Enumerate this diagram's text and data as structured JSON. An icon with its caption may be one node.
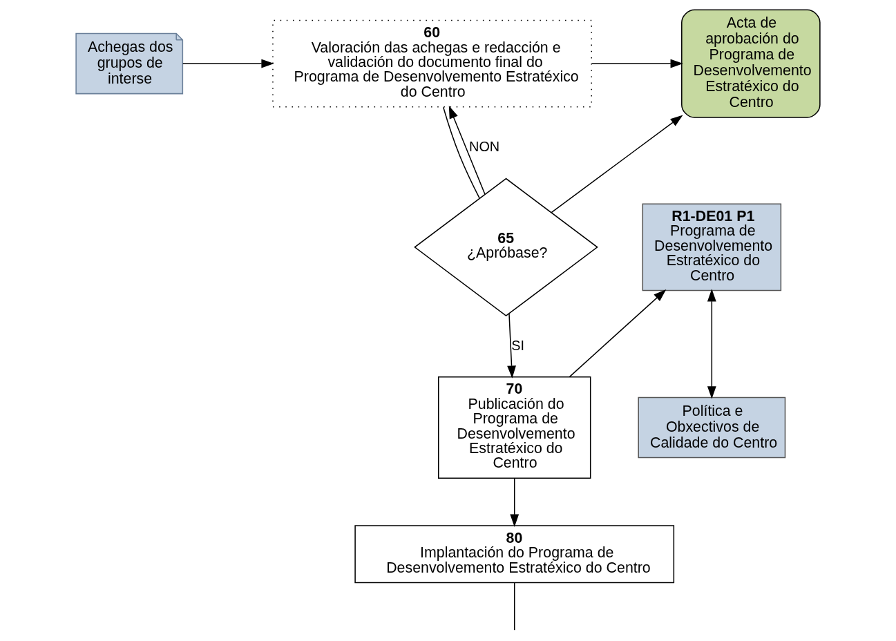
{
  "diagram": {
    "nodes": [
      {
        "text": [
          "Achegas dos grupos de interse"
        ]
      },
      {
        "text": [
          "60",
          "Valoración das achegas e redacción e validación do documento final do Programa de Desenvolvemento Estratéxico do Centro"
        ]
      },
      {
        "text": [
          "Acta de aprobación do Programa de Desenvolvemento Estratéxico do Centro"
        ]
      },
      {
        "text": [
          "65",
          "¿Apróbase?"
        ]
      },
      {
        "text": [
          "R1-DE01 P1",
          "Programa de Desenvolvemento Estratéxico do Centro"
        ]
      },
      {
        "text": [
          "70",
          "Publicación do Programa de Desenvolvemento Estratéxico do Centro"
        ]
      },
      {
        "text": [
          "Política e Obxectivos de Calidade do Centro"
        ]
      },
      {
        "text": [
          "80",
          "Implantación do Programa de Desenvolvemento Estratéxico do Centro"
        ]
      }
    ],
    "edges": [
      {
        "from": 0,
        "to": 1,
        "arrow": "to"
      },
      {
        "from": 1,
        "to": 2,
        "arrow": "to"
      },
      {
        "from": 1,
        "to": 3,
        "arrow": "none"
      },
      {
        "from": 3,
        "to": 2,
        "arrow": "to"
      },
      {
        "from": 3,
        "to": 1,
        "arrow": "to",
        "label": "NON"
      },
      {
        "from": 3,
        "to": 5,
        "arrow": "to",
        "label": "SI"
      },
      {
        "from": 5,
        "to": 4,
        "arrow": "to"
      },
      {
        "from": 4,
        "to": 6,
        "arrow": "both"
      },
      {
        "from": 5,
        "to": 7,
        "arrow": "to"
      },
      {
        "from": 7,
        "to": null,
        "arrow": "none"
      }
    ]
  }
}
